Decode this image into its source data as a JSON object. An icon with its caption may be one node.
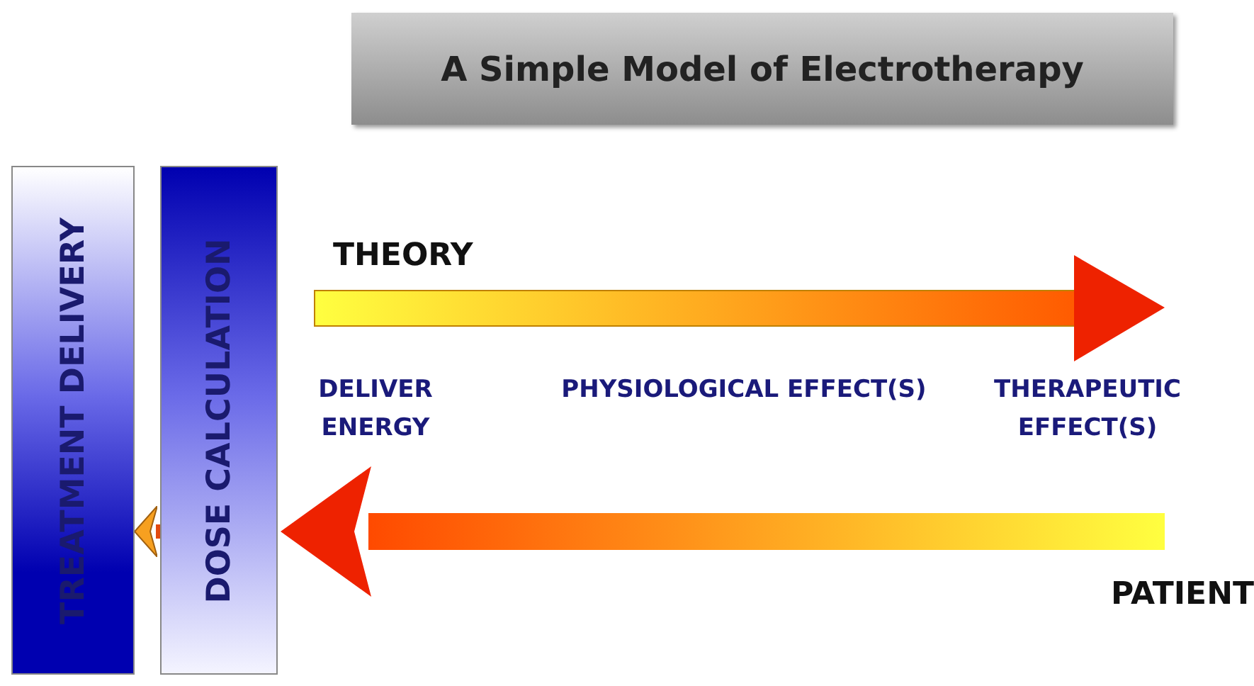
{
  "diagram": {
    "title": "A Simple Model of Electrotherapy",
    "nodes": [
      {
        "text": [
          "TREATMENT DELIVERY"
        ]
      },
      {
        "text": [
          "DOSE CALCULATION"
        ]
      }
    ],
    "edges": [
      {
        "from": null,
        "to": 1,
        "arrow": "to"
      },
      {
        "from": 1,
        "to": 0,
        "arrow": "to"
      }
    ],
    "labels": [
      "THEORY",
      "DELIVER ENERGY",
      "PHYSIOLOGICAL EFFECT(S)",
      "THERAPEUTIC EFFECT(S)",
      "PATIENT"
    ]
  }
}
